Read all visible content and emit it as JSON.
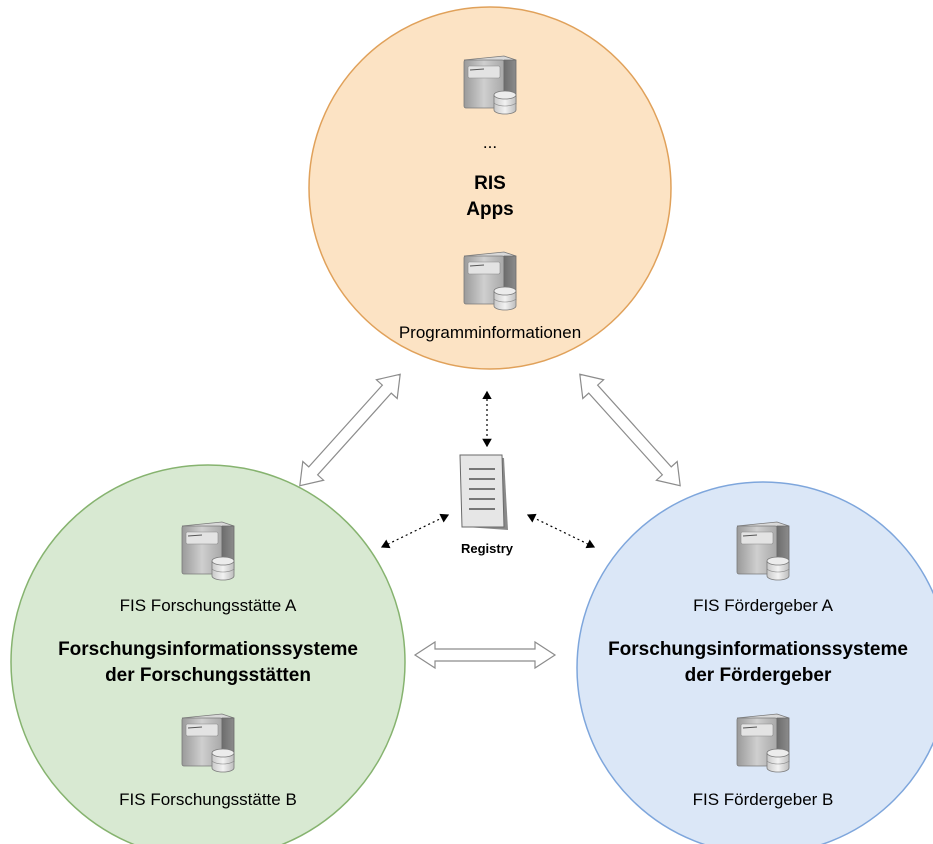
{
  "top_cluster": {
    "ellipsis": "...",
    "title_line1": "RIS",
    "title_line2": "Apps",
    "server_label": "Programminformationen",
    "icons": [
      "server-database-icon",
      "server-database-icon"
    ],
    "fill": "#fce3c4",
    "stroke": "#e0a15a"
  },
  "left_cluster": {
    "server_a_label": "FIS Forschungsstätte A",
    "title_line1": "Forschungsinformationssysteme",
    "title_line2": "der Forschungsstätten",
    "server_b_label": "FIS Forschungsstätte B",
    "icons": [
      "server-database-icon",
      "server-database-icon"
    ],
    "fill": "#d8e9d2",
    "stroke": "#86b36f"
  },
  "right_cluster": {
    "server_a_label": "FIS Fördergeber A",
    "title_line1": "Forschungsinformationssysteme",
    "title_line2": "der Fördergeber",
    "server_b_label": "FIS Fördergeber B",
    "icons": [
      "server-database-icon",
      "server-database-icon"
    ],
    "fill": "#dbe7f7",
    "stroke": "#7ea6dc"
  },
  "registry": {
    "label": "Registry",
    "icon": "document-icon"
  },
  "connections": [
    {
      "from": "top",
      "to": "left",
      "style": "double-arrow"
    },
    {
      "from": "top",
      "to": "right",
      "style": "double-arrow"
    },
    {
      "from": "left",
      "to": "right",
      "style": "double-arrow"
    },
    {
      "from": "registry",
      "to": "top",
      "style": "dotted"
    },
    {
      "from": "registry",
      "to": "left",
      "style": "dotted"
    },
    {
      "from": "registry",
      "to": "right",
      "style": "dotted"
    }
  ]
}
